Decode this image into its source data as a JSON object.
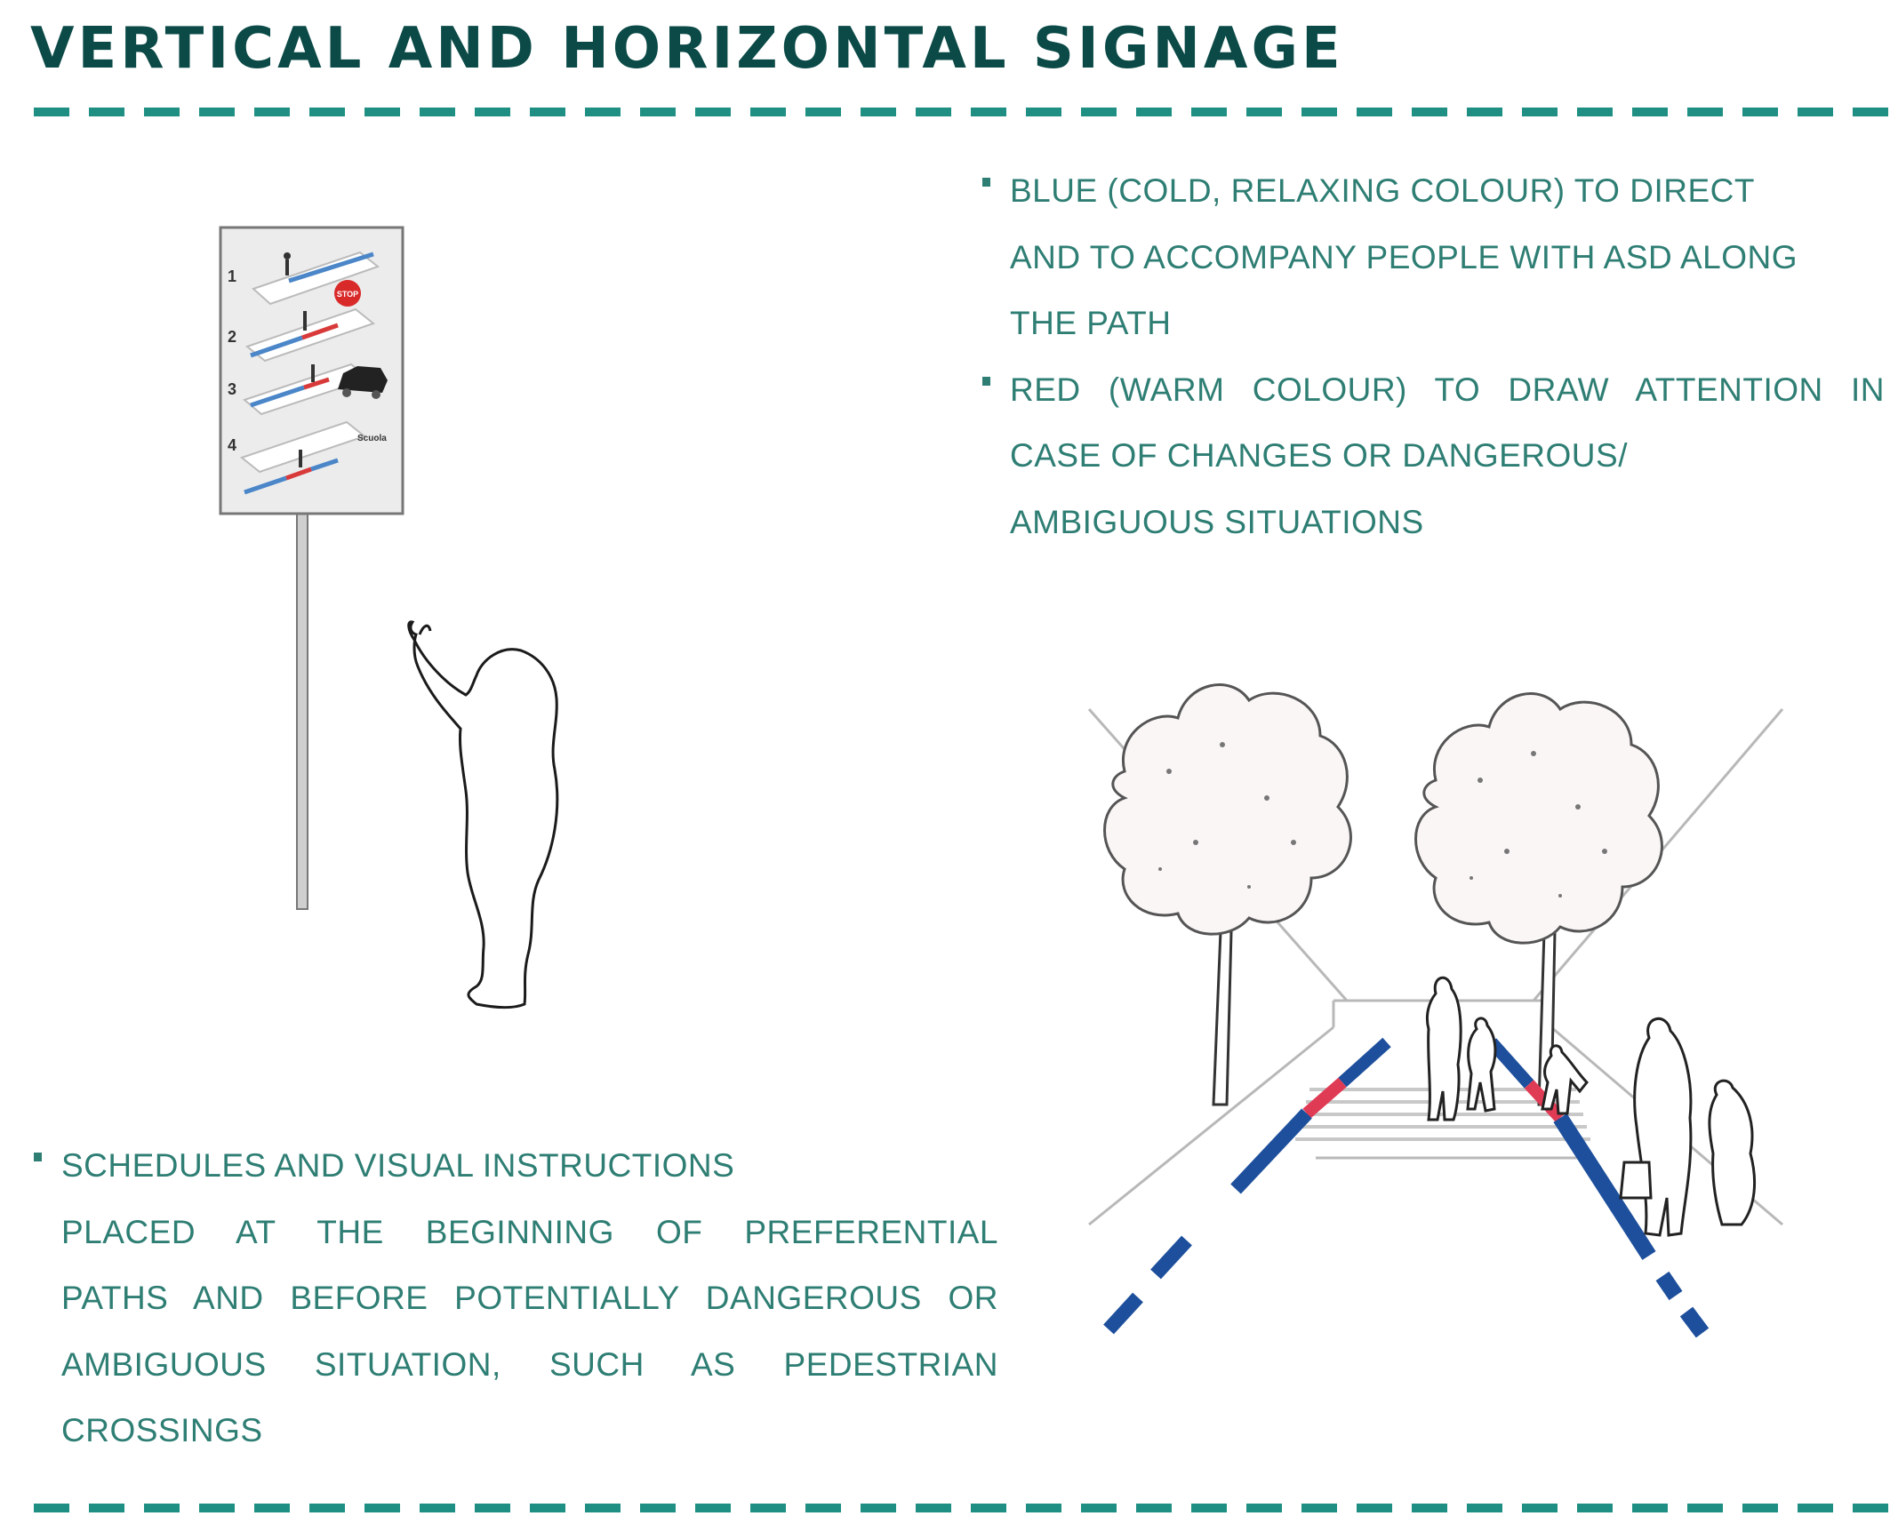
{
  "header": {
    "title": "VERTICAL AND HORIZONTAL SIGNAGE"
  },
  "colors": {
    "title": "#0b4a47",
    "text": "#2e7e74",
    "dashes": "#1f8f83",
    "path_blue": "#1d4f9c",
    "path_red": "#e03b55"
  },
  "right_text": {
    "items": [
      {
        "lines": [
          "BLUE (COLD, RELAXING COLOUR) TO DIRECT",
          "AND TO ACCOMPANY PEOPLE WITH ASD ALONG",
          "THE PATH"
        ]
      },
      {
        "lines": [
          "RED (WARM COLOUR) TO DRAW ATTENTION IN",
          "CASE OF CHANGES OR DANGEROUS/",
          "AMBIGUOUS SITUATIONS"
        ]
      }
    ]
  },
  "left_text": {
    "heading": "SCHEDULES AND VISUAL INSTRUCTIONS",
    "lines": [
      "PLACED AT THE BEGINNING OF PREFERENTIAL",
      "PATHS AND BEFORE POTENTIALLY DANGEROUS OR",
      "AMBIGUOUS SITUATION, SUCH AS PEDESTRIAN",
      "CROSSINGS"
    ]
  },
  "sign_board": {
    "steps": [
      "1",
      "2",
      "3",
      "4"
    ],
    "stop_label": "STOP",
    "school_label": "Scuola"
  }
}
